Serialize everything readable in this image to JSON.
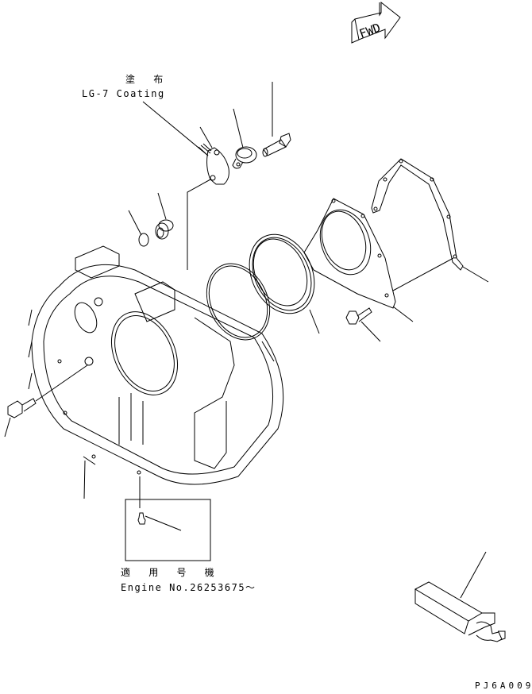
{
  "diagram": {
    "type": "exploded parts diagram",
    "subject": "flywheel housing assembly",
    "fwd_arrow": {
      "label": "FWD"
    },
    "coating_note": {
      "jp": "塗 布",
      "en": "LG-7 Coating"
    },
    "engine_note": {
      "jp": "適 用 号 機",
      "en": "Engine No.26253675～"
    },
    "drawing_code": "PJ6A009",
    "parts": [
      {
        "id": "flywheel-housing",
        "description": "Flywheel housing"
      },
      {
        "id": "housing-bolt",
        "description": "Bolt"
      },
      {
        "id": "plug",
        "description": "Plug"
      },
      {
        "id": "o-ring",
        "description": "O-ring"
      },
      {
        "id": "cover-plate",
        "description": "Cover"
      },
      {
        "id": "gasket-small",
        "description": "Gasket"
      },
      {
        "id": "cover-bolt",
        "description": "Bolt"
      },
      {
        "id": "o-ring-large",
        "description": "O-ring"
      },
      {
        "id": "oil-seal",
        "description": "Oil seal"
      },
      {
        "id": "seal-retainer",
        "description": "Retainer"
      },
      {
        "id": "retainer-bolt",
        "description": "Bolt"
      },
      {
        "id": "gasket-large",
        "description": "Gasket"
      },
      {
        "id": "grease-fitting",
        "description": "Grease fitting (inset)"
      },
      {
        "id": "installer-tool",
        "description": "Seal installer tool"
      }
    ]
  }
}
